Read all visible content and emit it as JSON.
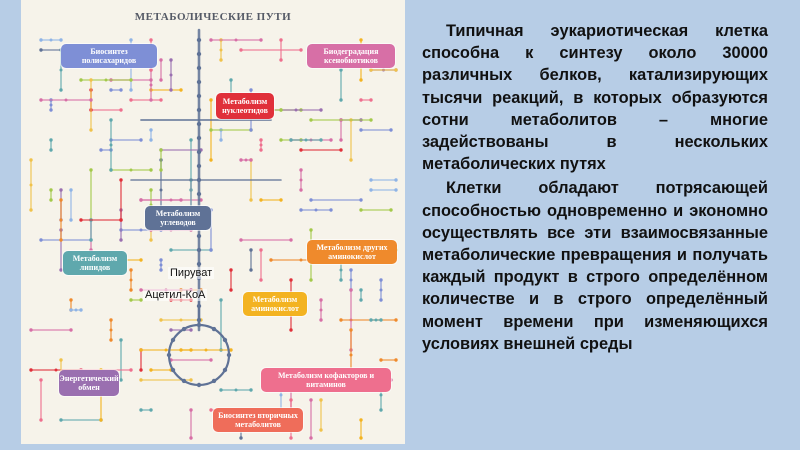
{
  "map": {
    "title": "МЕТАБОЛИЧЕСКИЕ ПУТИ",
    "boxes": [
      {
        "key": "polysaccharides",
        "label": "Биосинтез полисахаридов",
        "color": "#7e8fd6"
      },
      {
        "key": "xenobiotics",
        "label": "Биодеградация ксенобиотиков",
        "color": "#d76fa6"
      },
      {
        "key": "nucleotides",
        "label": "Метаболизм нуклеотидов",
        "color": "#e0303a"
      },
      {
        "key": "carbohydrates",
        "label": "Метаболизм углеводов",
        "color": "#5f7296"
      },
      {
        "key": "other_aa",
        "label": "Метаболизм других аминокислот",
        "color": "#ef8a2c"
      },
      {
        "key": "lipids",
        "label": "Метаболизм липидов",
        "color": "#5fa8ad"
      },
      {
        "key": "aminoacids",
        "label": "Метаболизм аминокислот",
        "color": "#f3b321"
      },
      {
        "key": "energy",
        "label": "Энергетический обмен",
        "color": "#9a6fb0"
      },
      {
        "key": "cofactors",
        "label": "Метаболизм кофакторов и витаминов",
        "color": "#ee6f8e"
      },
      {
        "key": "secondary",
        "label": "Биосинтез вторичных метаболитов",
        "color": "#ef6d5a"
      }
    ],
    "overlay": {
      "pyruvate": "Пируват",
      "acetyl_coa": "Ацетил-КоА"
    }
  },
  "text": {
    "paragraph1": "Типичная эукариотическая клетка способна к синтезу около 30000 различных белков, катализирующих тысячи реакций, в которых образуются сотни метаболитов – многие задействованы в нескольких метаболических путях",
    "paragraph2": "Клетки обладают потрясающей способностью одновременно и экономно осуществлять все эти взаимосвязанные метаболические превращения и получать каждый продукт в строго определённом количестве и в строго определённый момент времени при изменяющихся условиях внешней среды"
  }
}
